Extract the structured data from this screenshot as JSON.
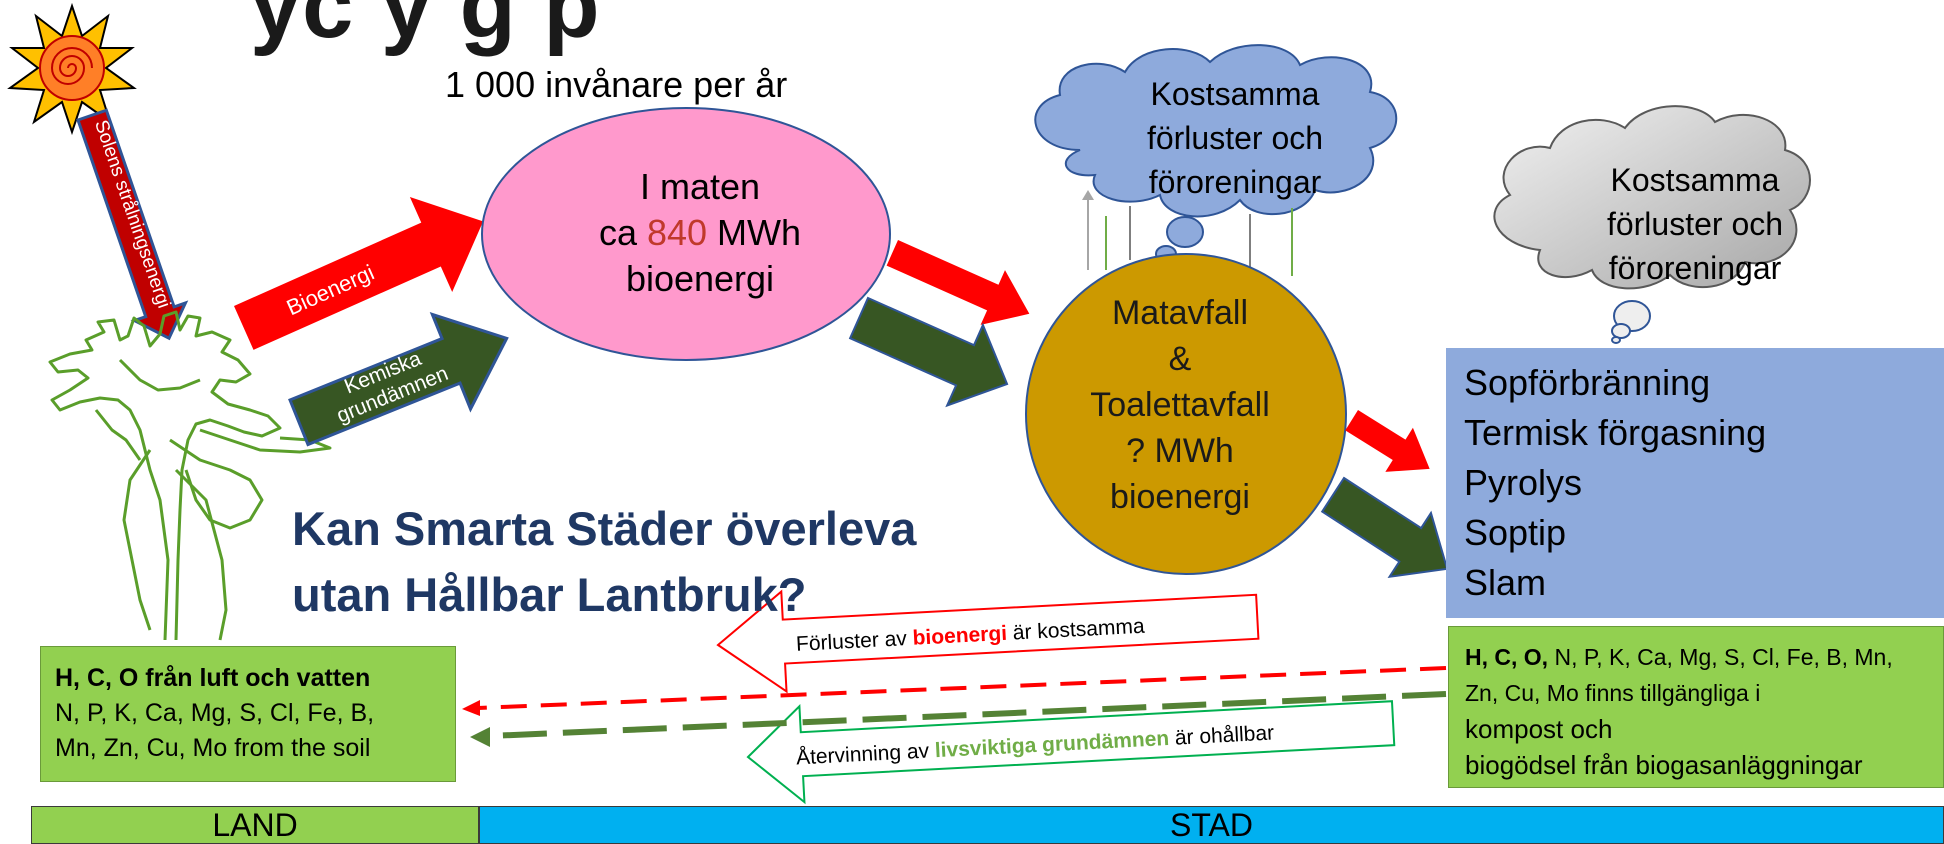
{
  "title_partial": "yc     y          g            p",
  "population": "1 000 invånare per år",
  "food": {
    "line1": "I maten",
    "prefix": "ca ",
    "value": "840",
    "suffix": " MWh",
    "line3": "bioenergi"
  },
  "arrows": {
    "bioenergy": "Bioenergi",
    "chemical_line1": "Kemiska",
    "chemical_line2": "grundämnen",
    "solar": "Solens strålningsenergi"
  },
  "cloud_top": {
    "line1": "Kostsamma",
    "line2": "förluster och",
    "line3": "föroreningar"
  },
  "cloud_right": {
    "line1": "Kostsamma",
    "line2": "förluster och",
    "line3": "föroreningar"
  },
  "waste": {
    "line1": "Matavfall",
    "line2": "&",
    "line3": "Toalettavfall",
    "line4": "? MWh",
    "line5": "bioenergi"
  },
  "treatment": [
    "Sopförbränning",
    "Termisk förgasning",
    "Pyrolys",
    "Soptip",
    "Slam"
  ],
  "question": {
    "line1": "Kan Smarta Städer överleva",
    "line2": "utan Hållbar Lantbruk?"
  },
  "loss_bioenergy": {
    "prefix": "Förluster av ",
    "highlight": "bioenergi",
    "suffix": " är kostsamma"
  },
  "recycling": {
    "prefix": "Återvinning av ",
    "highlight": "livsviktiga grundämnen",
    "suffix": " är ohållbar"
  },
  "land_box": {
    "line1": "H, C, O från luft och vatten",
    "line2": "N, P, K, Ca, Mg, S, Cl, Fe, B,",
    "line3": "Mn, Zn, Cu, Mo from the soil"
  },
  "city_box": {
    "line1_bold": "H, C, O,",
    "line1_rest": " N, P, K, Ca, Mg, S, Cl, Fe, B, Mn,",
    "line2": "Zn, Cu, Mo finns tillgängliga i",
    "line3": "kompost och",
    "line4": "biogödsel från biogasanläggningar"
  },
  "bands": {
    "land": "LAND",
    "city": "STAD"
  },
  "colors": {
    "bio_red": "#ff0000",
    "chem_green": "#375623",
    "food_pink": "#ff99cc",
    "waste_gold": "#cc9900",
    "treatment_blue": "#8eaadc",
    "box_green": "#92d050",
    "city_blue": "#00b0f0",
    "question_navy": "#1f3864"
  }
}
